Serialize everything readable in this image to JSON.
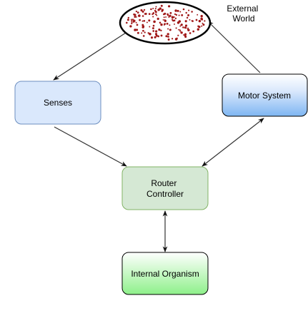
{
  "diagram": {
    "nodes": {
      "external_world": {
        "label_line1": "External",
        "label_line2": "World"
      },
      "senses": {
        "label": "Senses"
      },
      "motor_system": {
        "label": "Motor System"
      },
      "router": {
        "label_line1": "Router",
        "label_line2": "Controller"
      },
      "internal_organism": {
        "label": "Internal Organism"
      }
    },
    "colors": {
      "senses_fill": "#dae8fc",
      "senses_stroke": "#6c8ebf",
      "motor_top": "#dae8fc",
      "motor_bottom": "#7eb6f2",
      "router_fill": "#d5e8d4",
      "router_stroke": "#82b366",
      "internal_top": "#ffffff",
      "internal_bottom": "#8ef08a",
      "ellipse_stroke": "#000000",
      "dots": "#a01818",
      "edge": "#333333"
    }
  }
}
